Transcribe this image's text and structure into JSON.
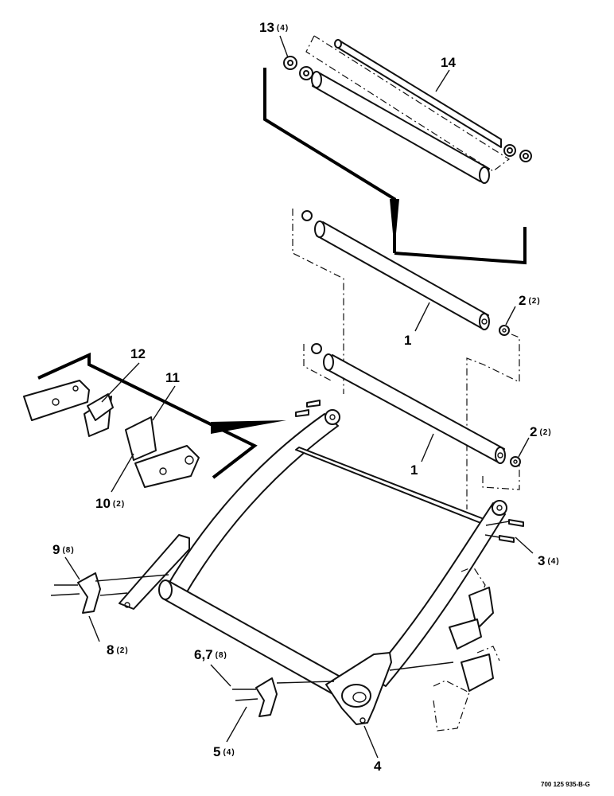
{
  "figure": {
    "reference_code": "700 125 935-B-G"
  },
  "callouts": [
    {
      "id": "c13",
      "number": "13",
      "qty": "(4)"
    },
    {
      "id": "c14",
      "number": "14",
      "qty": ""
    },
    {
      "id": "c2a",
      "number": "2",
      "qty": "(2)"
    },
    {
      "id": "c1a",
      "number": "1",
      "qty": ""
    },
    {
      "id": "c12",
      "number": "12",
      "qty": ""
    },
    {
      "id": "c11",
      "number": "11",
      "qty": ""
    },
    {
      "id": "c2b",
      "number": "2",
      "qty": "(2)"
    },
    {
      "id": "c1b",
      "number": "1",
      "qty": ""
    },
    {
      "id": "c10",
      "number": "10",
      "qty": "(2)"
    },
    {
      "id": "c9",
      "number": "9",
      "qty": "(8)"
    },
    {
      "id": "c3",
      "number": "3",
      "qty": "(4)"
    },
    {
      "id": "c8",
      "number": "8",
      "qty": "(2)"
    },
    {
      "id": "c67",
      "number": "6,7",
      "qty": "(8)"
    },
    {
      "id": "c5",
      "number": "5",
      "qty": "(4)"
    },
    {
      "id": "c4",
      "number": "4",
      "qty": ""
    }
  ]
}
